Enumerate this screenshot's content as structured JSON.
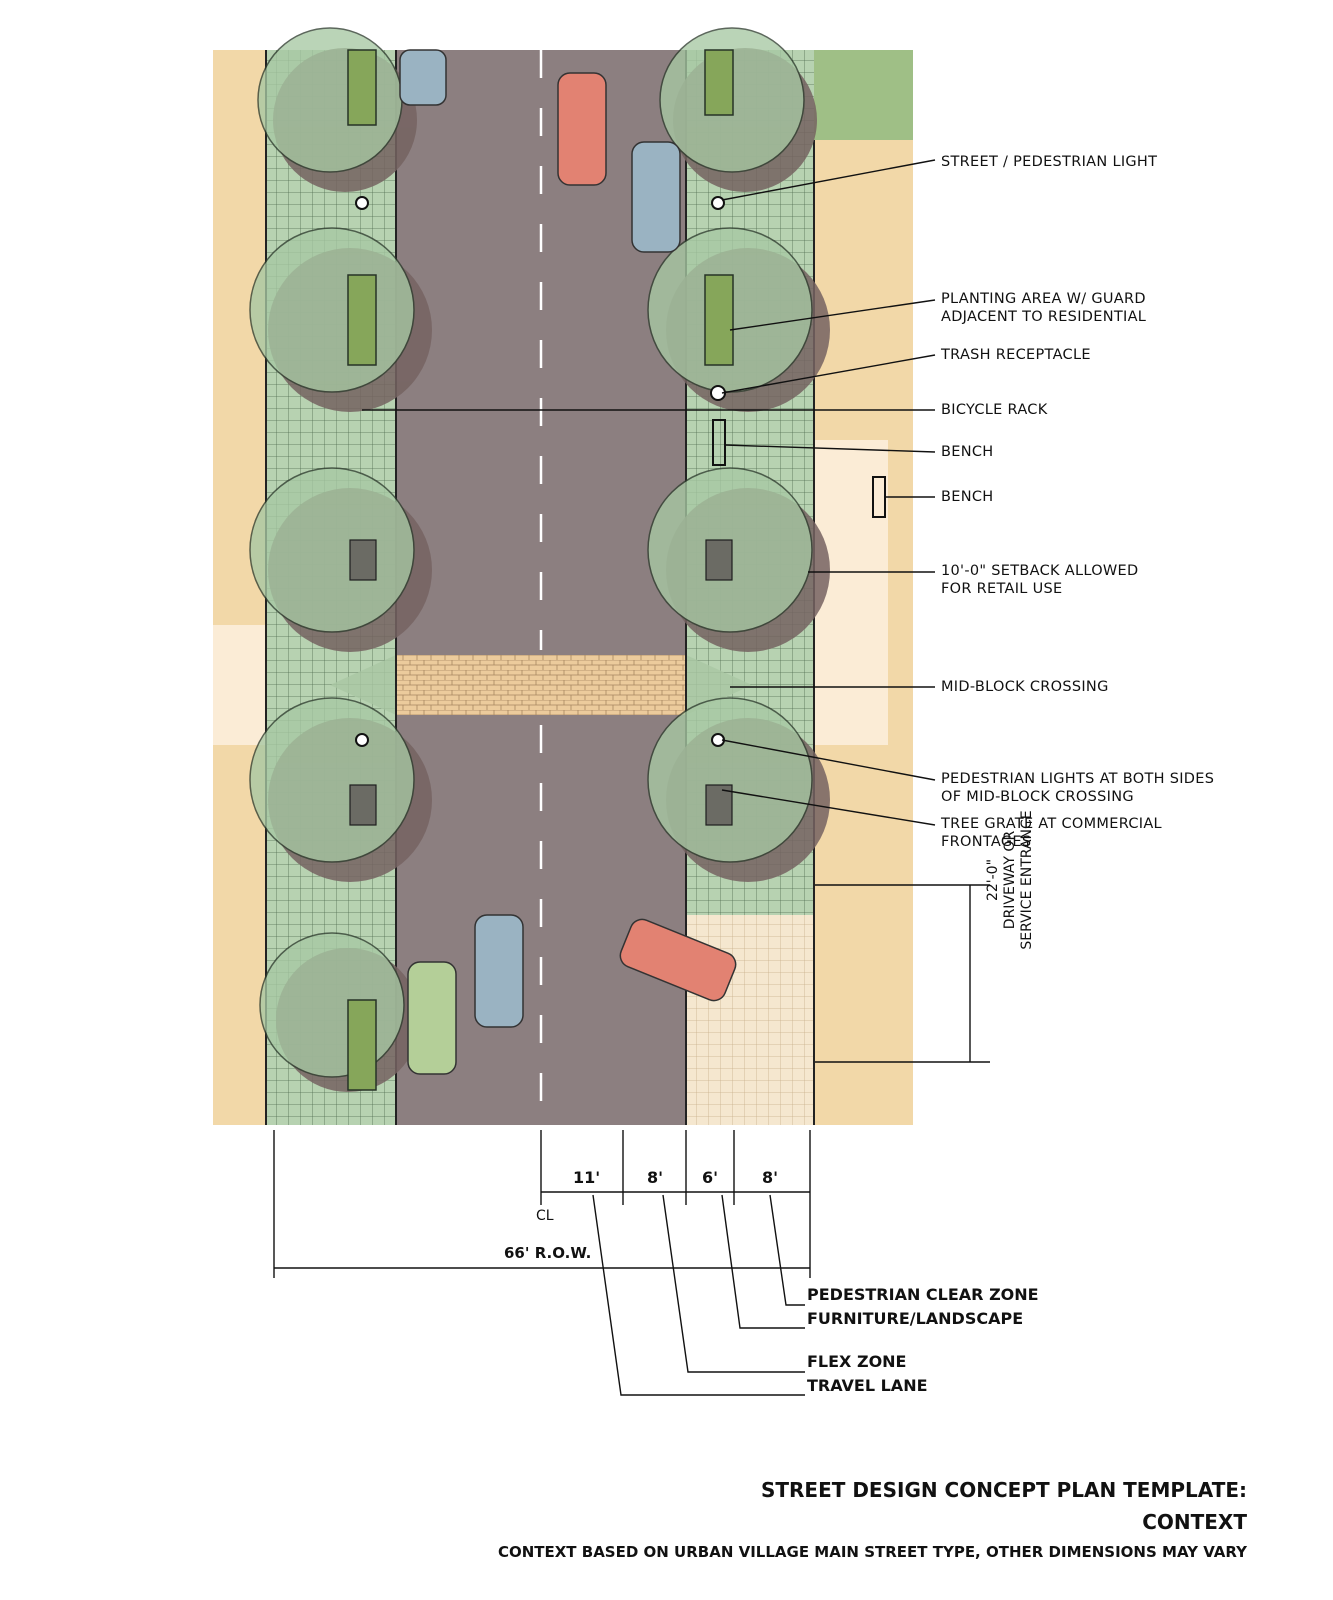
{
  "callouts": {
    "street_light": "STREET / PEDESTRIAN LIGHT",
    "planting_area": [
      "PLANTING AREA W/ GUARD",
      "ADJACENT TO RESIDENTIAL"
    ],
    "trash": "TRASH RECEPTACLE",
    "bicycle_rack": "BICYCLE RACK",
    "bench_1": "BENCH",
    "bench_2": "BENCH",
    "setback": [
      "10'-0\" SETBACK ALLOWED",
      "FOR RETAIL USE"
    ],
    "mid_block": "MID-BLOCK CROSSING",
    "ped_lights": [
      "PEDESTRIAN LIGHTS AT BOTH SIDES",
      "OF MID-BLOCK CROSSING"
    ],
    "tree_grate": [
      "TREE GRATE AT COMMERCIAL",
      "FRONTAGES"
    ]
  },
  "driveway": {
    "dimension": "22'-0\"",
    "label_1": "DRIVEWAY OR",
    "label_2": "SERVICE ENTRANCE"
  },
  "dimensions": {
    "travel": "11'",
    "flex": "8'",
    "furniture": "6'",
    "clear": "8'",
    "centerline": "CL",
    "row": "66' R.O.W."
  },
  "zones": {
    "pedestrian_clear": "PEDESTRIAN CLEAR ZONE",
    "furniture": "FURNITURE/LANDSCAPE",
    "flex": "FLEX ZONE",
    "travel": "TRAVEL LANE"
  },
  "title": {
    "line1": "STREET DESIGN CONCEPT PLAN TEMPLATE:",
    "line2": "CONTEXT",
    "subtitle": "CONTEXT BASED ON URBAN VILLAGE MAIN STREET TYPE, OTHER DIMENSIONS MAY VARY"
  },
  "colors": {
    "parcel": "#f2d8a8",
    "road": "#8c7f80",
    "sidewalk_green": "#a9c7a4",
    "tree_canopy": "#9dc09a",
    "tree_shadow": "#7a6a66",
    "crosswalk": "#e8c89a",
    "car_red": "#e28272",
    "car_blue": "#9ab3c2",
    "car_green": "#b4cf98"
  }
}
